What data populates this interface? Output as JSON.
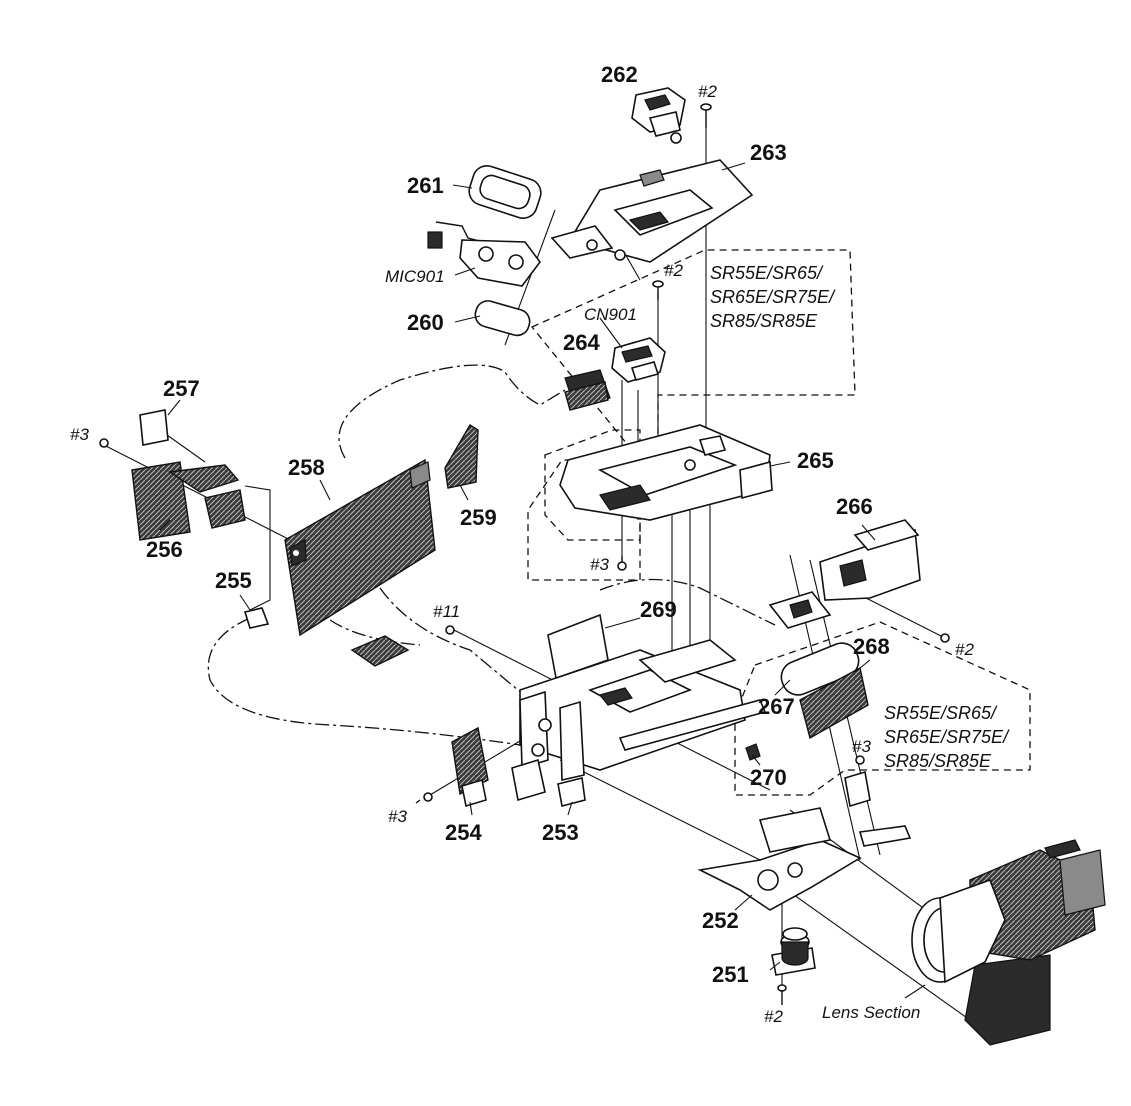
{
  "parts": {
    "p251": "251",
    "p252": "252",
    "p253": "253",
    "p254": "254",
    "p255": "255",
    "p256": "256",
    "p257": "257",
    "p258": "258",
    "p259": "259",
    "p260": "260",
    "p261": "261",
    "p262": "262",
    "p263": "263",
    "p264": "264",
    "p265": "265",
    "p266": "266",
    "p267": "267",
    "p268": "268",
    "p269": "269",
    "p270": "270"
  },
  "screws": {
    "s2_top": "#2",
    "s2_mid": "#2",
    "s2_right": "#2",
    "s2_bottom": "#2",
    "s3_left": "#3",
    "s3_mid": "#3",
    "s3_right": "#3",
    "s3_bottom": "#3",
    "s11": "#11"
  },
  "refs": {
    "mic": "MIC901",
    "cn": "CN901",
    "lens": "Lens Section"
  },
  "model_boxes": {
    "upper": {
      "line1": "SR55E/SR65/",
      "line2": "SR65E/SR75E/",
      "line3": "SR85/SR85E"
    },
    "lower": {
      "line1": "SR55E/SR65/",
      "line2": "SR65E/SR75E/",
      "line3": "SR85/SR85E"
    }
  }
}
